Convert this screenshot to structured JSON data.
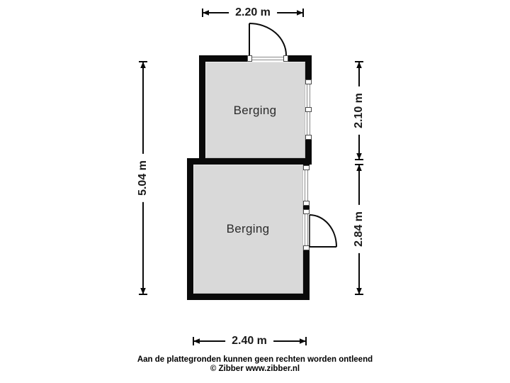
{
  "floorplan": {
    "rooms": [
      {
        "label": "Berging"
      },
      {
        "label": "Berging"
      }
    ],
    "dimensions": {
      "top": "2.20 m",
      "left": "5.04 m",
      "right_upper": "2.10 m",
      "right_lower": "2.84 m",
      "bottom": "2.40 m"
    },
    "colors": {
      "wall": "#0a0a0a",
      "room_fill": "#d9d9d9",
      "label_pill": "#ffffff",
      "text": "#1a1a1a"
    }
  },
  "footer": {
    "disclaimer": "Aan de plattegronden kunnen geen rechten worden ontleend",
    "copyright": "© Zibber www.zibber.nl"
  }
}
